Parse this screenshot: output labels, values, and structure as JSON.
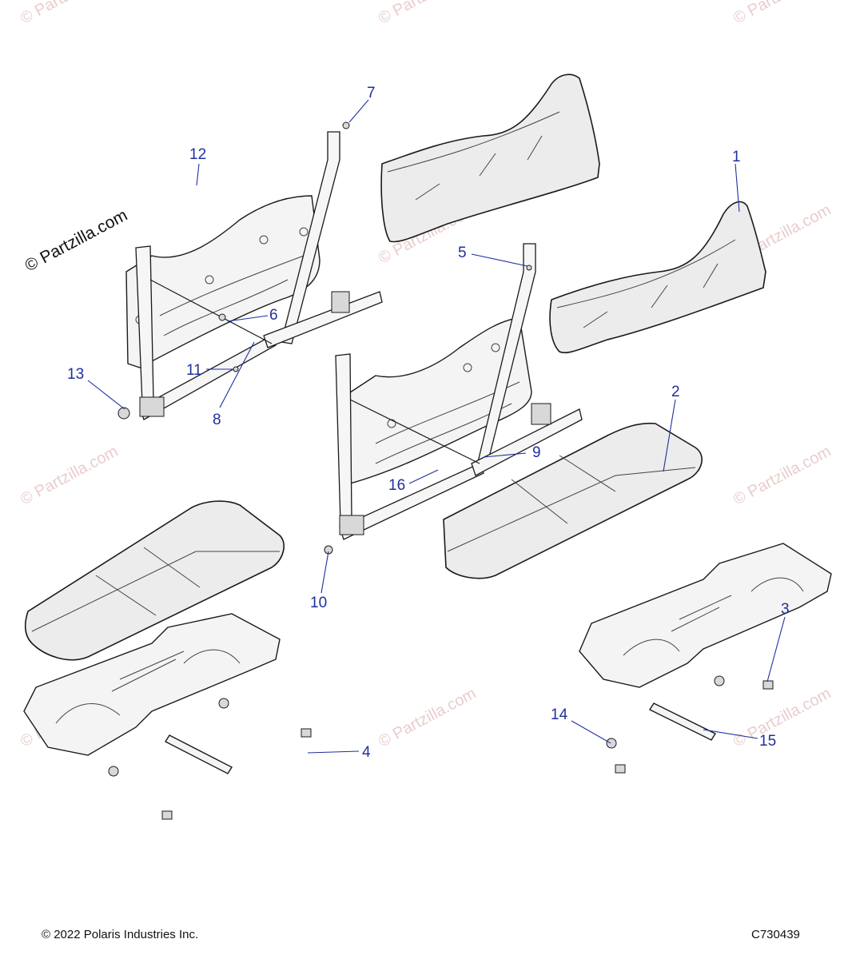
{
  "diagram": {
    "callouts": [
      "1",
      "2",
      "3",
      "4",
      "5",
      "6",
      "7",
      "8",
      "9",
      "10",
      "11",
      "12",
      "13",
      "14",
      "15",
      "16"
    ],
    "colors": {
      "callout": "#1f2f9e",
      "line": "#1a1a1a",
      "watermark": "#d9a3a3"
    }
  },
  "watermark": {
    "light_text": "© Partzilla.com",
    "dark_text": "© Partzilla.com"
  },
  "footer": {
    "copyright": "© 2022 Polaris Industries Inc.",
    "drawing_number": "C730439"
  }
}
